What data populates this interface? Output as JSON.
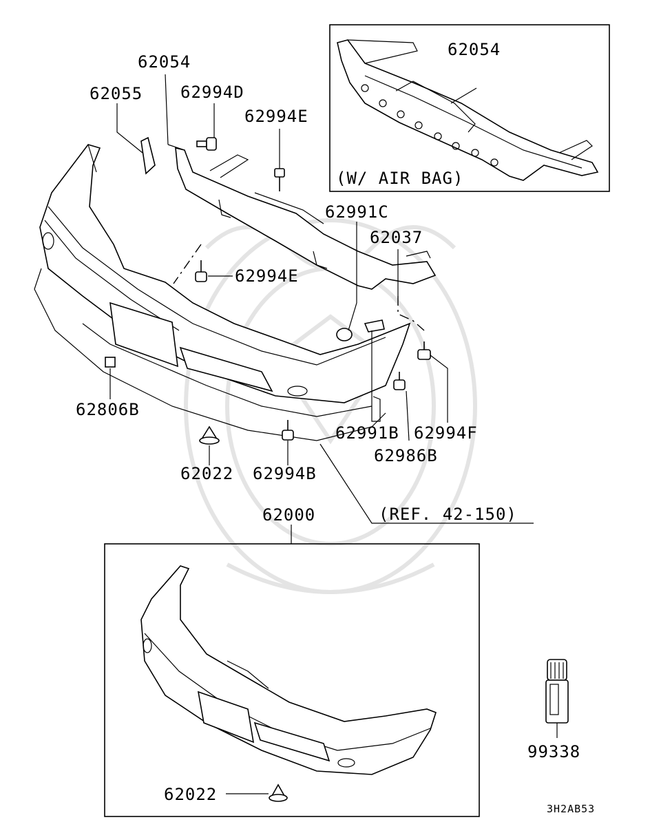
{
  "diagram": {
    "inset_top": {
      "label": "(W/ AIR BAG)",
      "part": "62054"
    },
    "inset_bottom": {
      "assembly": "62000",
      "clip": "62022"
    },
    "reference": "(REF. 42-150)",
    "drawing_code": "3H2AB53",
    "callouts": {
      "p62054": "62054",
      "p62055": "62055",
      "p62994D": "62994D",
      "p62994E_top": "62994E",
      "p62994E_mid": "62994E",
      "p62991C": "62991C",
      "p62037": "62037",
      "p62806B": "62806B",
      "p62022": "62022",
      "p62994B": "62994B",
      "p62991B": "62991B",
      "p62994F": "62994F",
      "p62986B": "62986B",
      "p99338": "99338"
    }
  }
}
